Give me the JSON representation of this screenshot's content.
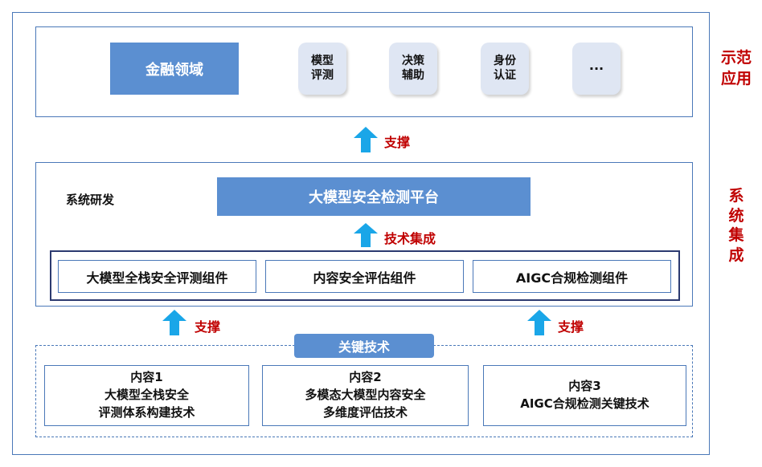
{
  "colors": {
    "frame": "#4a78b8",
    "accent_fill": "#5b8fd1",
    "chip_fill": "#dfe6f3",
    "arrow": "#1aa6e8",
    "label_red": "#c00000"
  },
  "side_labels": {
    "demo_app": "示范\n应用",
    "system_integration": "系\n统\n集\n成"
  },
  "top_section": {
    "finance": "金融领域",
    "items": [
      "模型\n评测",
      "决策\n辅助",
      "身份\n认证",
      "···"
    ]
  },
  "arrows": {
    "support_top": "支撑",
    "tech_integration": "技术集成",
    "support_left": "支撑",
    "support_right": "支撑"
  },
  "middle_section": {
    "system_dev": "系统研发",
    "platform": "大模型安全检测平台",
    "components": [
      "大模型全栈安全评测组件",
      "内容安全评估组件",
      "AIGC合规检测组件"
    ]
  },
  "bottom_section": {
    "key_tech": "关键技术",
    "contents": [
      {
        "title": "内容1",
        "body": "大模型全栈安全\n评测体系构建技术"
      },
      {
        "title": "内容2",
        "body": "多模态大模型内容安全\n多维度评估技术"
      },
      {
        "title": "内容3",
        "body": "AIGC合规检测关键技术"
      }
    ]
  }
}
